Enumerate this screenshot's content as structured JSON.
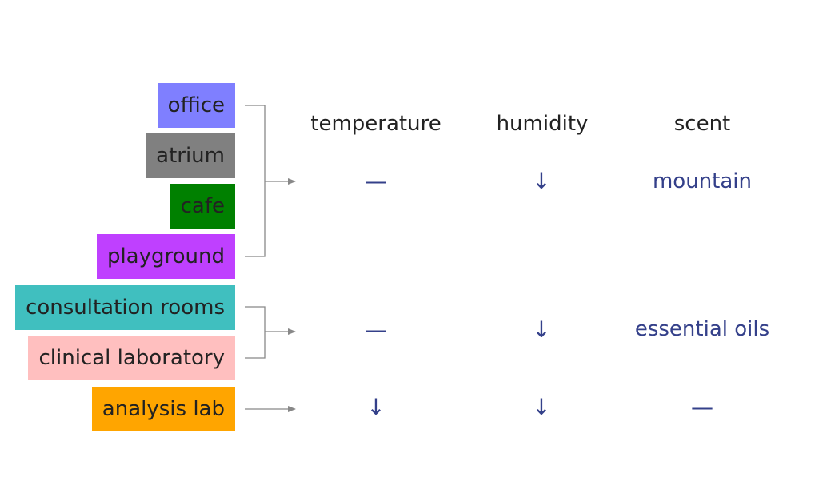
{
  "zones": [
    {
      "label": "office",
      "color": "#7f7fff"
    },
    {
      "label": "atrium",
      "color": "#808080"
    },
    {
      "label": "cafe",
      "color": "#008000"
    },
    {
      "label": "playground",
      "color": "#bf40ff"
    },
    {
      "label": "consultation rooms",
      "color": "#40bfbf"
    },
    {
      "label": "clinical laboratory",
      "color": "#ffbfbf"
    },
    {
      "label": "analysis lab",
      "color": "#ffa500"
    }
  ],
  "columns": {
    "temperature": "temperature",
    "humidity": "humidity",
    "scent": "scent"
  },
  "groups": [
    {
      "temperature": "—",
      "humidity": "↓",
      "scent": "mountain"
    },
    {
      "temperature": "—",
      "humidity": "↓",
      "scent": "essential oils"
    },
    {
      "temperature": "↓",
      "humidity": "↓",
      "scent": "—"
    }
  ],
  "colors": {
    "value_text": "#34408a",
    "connector": "#888888"
  }
}
